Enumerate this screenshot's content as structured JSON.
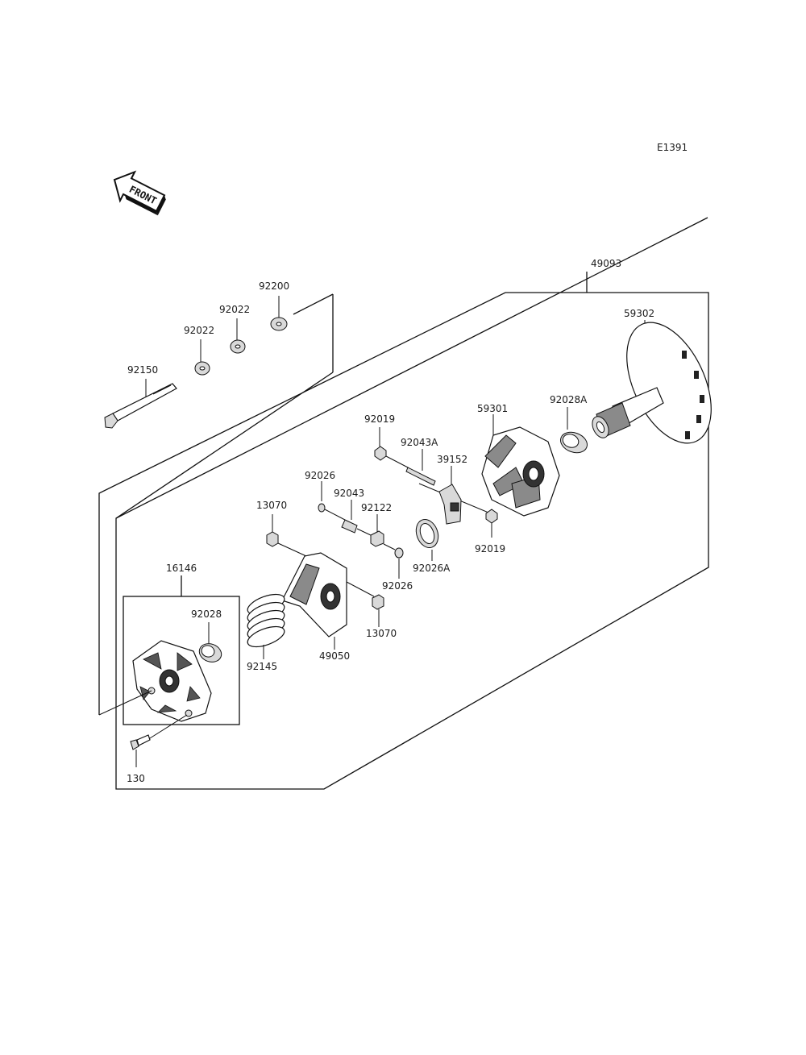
{
  "diagram_code": "E1391",
  "front_arrow": {
    "label": "FRONT"
  },
  "parts": {
    "p49093": "49093",
    "p92200": "92200",
    "p92022a": "92022",
    "p92022b": "92022",
    "p59302": "59302",
    "p92150": "92150",
    "p59301": "59301",
    "p92028A": "92028A",
    "p92019a": "92019",
    "p92043A": "92043A",
    "p39152": "39152",
    "p92026a": "92026",
    "p92043": "92043",
    "p92122": "92122",
    "p13070a": "13070",
    "p92019b": "92019",
    "p92026A": "92026A",
    "p92026b": "92026",
    "p16146": "16146",
    "p92028": "92028",
    "p13070b": "13070",
    "p92145": "92145",
    "p49050": "49050",
    "p130": "130"
  }
}
